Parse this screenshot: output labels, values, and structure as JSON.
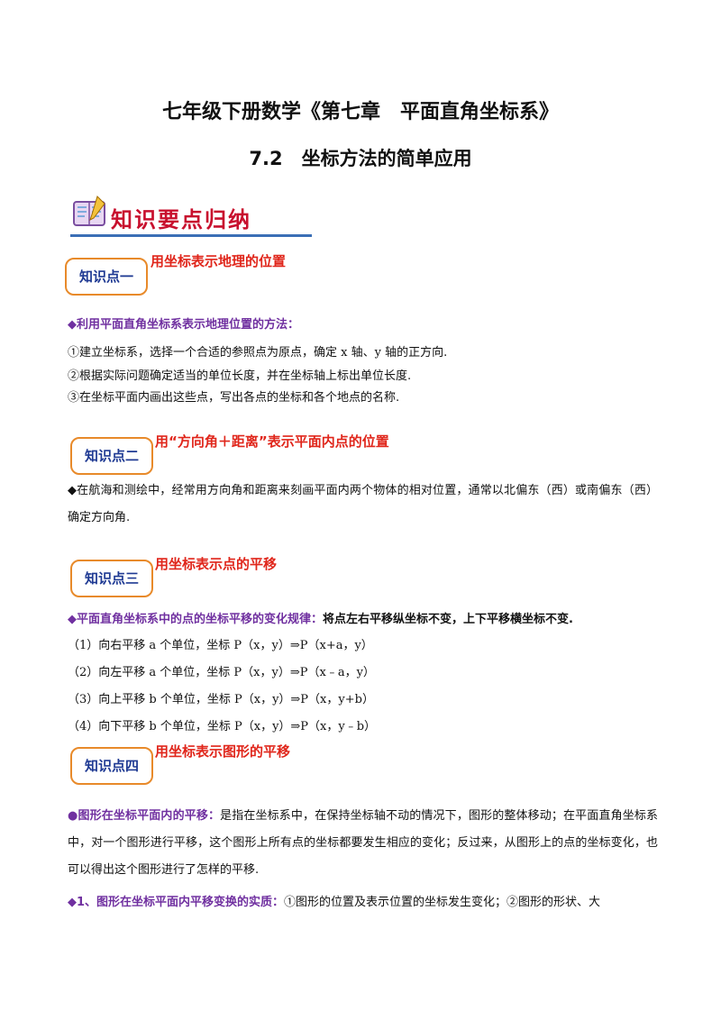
{
  "header": {
    "title": "七年级下册数学《第七章　平面直角坐标系》",
    "subtitle": "7.2　坐标方法的简单应用"
  },
  "banner": {
    "label": "知识要点归纳"
  },
  "sections": [
    {
      "badge": "知识点一",
      "title": "用坐标表示地理的位置",
      "heading": "◆利用平面直角坐标系表示地理位置的方法：",
      "lines": [
        "①建立坐标系，选择一个合适的参照点为原点，确定 x 轴、y 轴的正方向.",
        "②根据实际问题确定适当的单位长度，并在坐标轴上标出单位长度.",
        "③在坐标平面内画出这些点，写出各点的坐标和各个地点的名称."
      ]
    },
    {
      "badge": "知识点二",
      "title": "用“方向角＋距离”表示平面内点的位置",
      "paragraph": "◆在航海和测绘中，经常用方向角和距离来刻画平面内两个物体的相对位置，通常以北偏东（西）或南偏东（西）确定方向角."
    },
    {
      "badge": "知识点三",
      "title": "用坐标表示点的平移",
      "heading": "◆平面直角坐标系中的点的坐标平移的变化规律：",
      "heading_rule": "将点左右平移纵坐标不变，上下平移横坐标不变.",
      "lines": [
        "（1）向右平移 a 个单位，坐标 P（x，y）⇒P（x+a，y）",
        "（2）向左平移 a 个单位，坐标 P（x，y）⇒P（x﹣a，y）",
        "（3）向上平移 b 个单位，坐标 P（x，y）⇒P（x，y+b）",
        "（4）向下平移 b 个单位，坐标 P（x，y）⇒P（x，y﹣b）"
      ]
    },
    {
      "badge": "知识点四",
      "title": "用坐标表示图形的平移",
      "heading": "●图形在坐标平面内的平移：",
      "paragraph": "是指在坐标系中，在保持坐标轴不动的情况下，图形的整体移动；在平面直角坐标系中，对一个图形进行平移，这个图形上所有点的坐标都要发生相应的变化；反过来，从图形上的点的坐标变化，也可以得出这个图形进行了怎样的平移.",
      "sub_heading": "◆1、图形在坐标平面内平移变换的实质：",
      "sub_text": "①图形的位置及表示位置的坐标发生变化；②图形的形状、大"
    }
  ],
  "colors": {
    "accent_purple": "#7030a0",
    "title_red": "#e0261b",
    "badge_border": "#e88a2a",
    "badge_text": "#1f3a93",
    "banner_red": "#c8102e",
    "banner_line": "#3b6fb6"
  }
}
